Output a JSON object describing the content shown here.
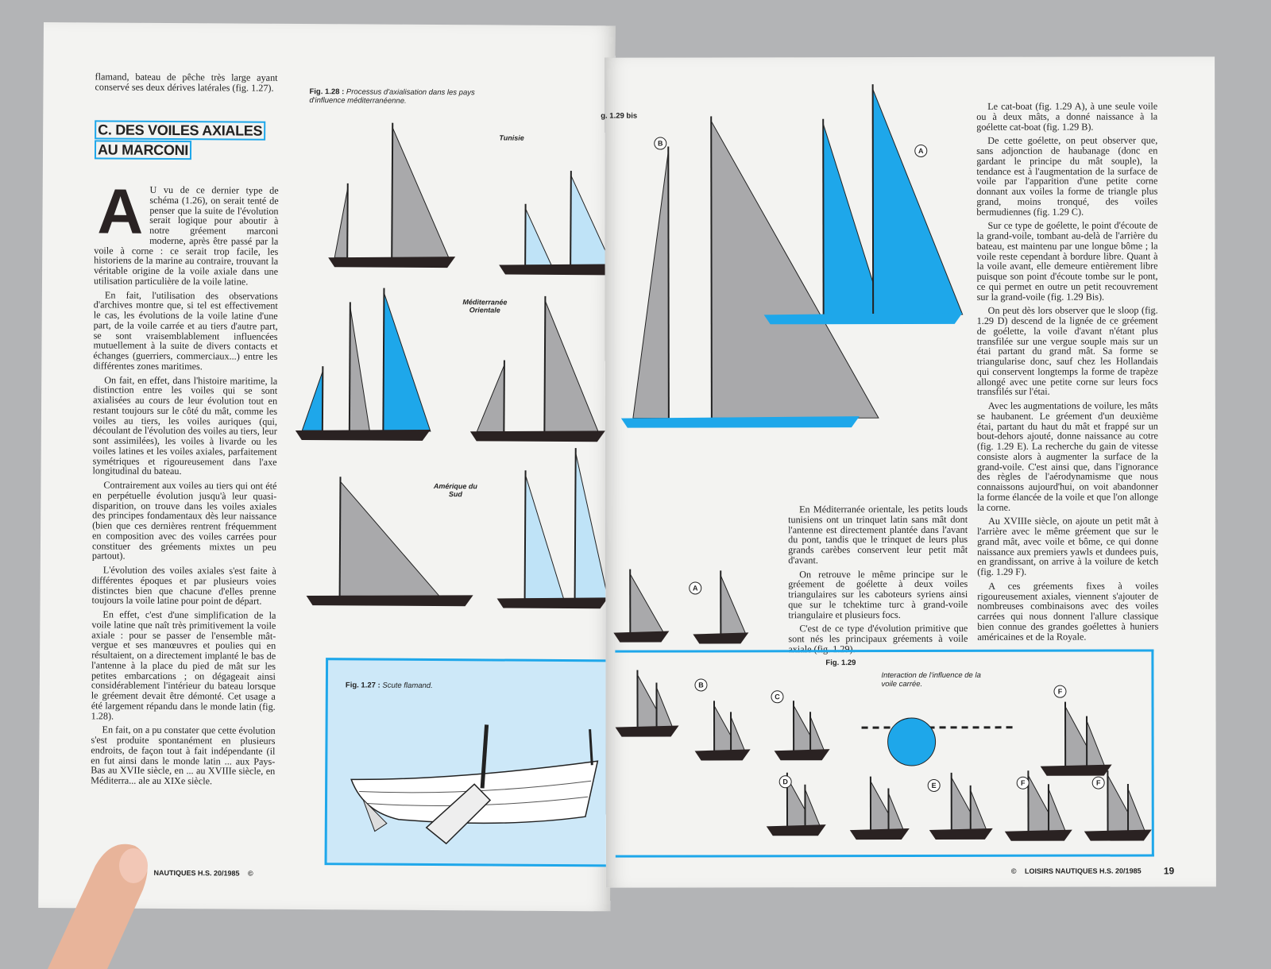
{
  "left_page": {
    "intro_text": "flamand, bateau de pêche très large ayant conservé ses deux dérives latérales (fig. 1.27).",
    "section_heading_line1": "C. DES VOILES AXIALES",
    "section_heading_line2": "AU MARCONI",
    "drop_cap": "A",
    "paragraphs": [
      "U vu de ce dernier type de schéma (1.26), on serait tenté de penser que la suite de l'évolution serait logique pour aboutir à notre gréement marconi moderne, après être passé par la voile à corne : ce serait trop facile, les historiens de la marine au contraire, trouvant la véritable origine de la voile axiale dans une utilisation particulière de la voile latine.",
      "En fait, l'utilisation des observations d'archives montre que, si tel est effectivement le cas, les évolutions de la voile latine d'une part, de la voile carrée et au tiers d'autre part, se sont vraisemblablement influencées mutuellement à la suite de divers contacts et échanges (guerriers, commerciaux...) entre les différentes zones maritimes.",
      "On fait, en effet, dans l'histoire maritime, la distinction entre les voiles qui se sont axialisées au cours de leur évolution tout en restant toujours sur le côté du mât, comme les voiles au tiers, les voiles auriques (qui, découlant de l'évolution des voiles au tiers, leur sont assimilées), les voiles à livarde ou les voiles latines et les voiles axiales, parfaitement symétriques et rigoureusement dans l'axe longitudinal du bateau.",
      "Contrairement aux voiles au tiers qui ont été en perpétuelle évolution jusqu'à leur quasi-disparition, on trouve dans les voiles axiales des principes fondamentaux dès leur naissance (bien que ces dernières rentrent fréquemment en composition avec des voiles carrées pour constituer des gréements mixtes un peu partout).",
      "L'évolution des voiles axiales s'est faite à différentes époques et par plusieurs voies distinctes bien que chacune d'elles prenne toujours la voile latine pour point de départ.",
      "En effet, c'est d'une simplification de la voile latine que naît très primitivement la voile axiale : pour se passer de l'ensemble mât-vergue et ses manœuvres et poulies qui en résultaient, on a directement implanté le bas de l'antenne à la place du pied de mât sur les petites embarcations ; on dégageait ainsi considérablement l'intérieur du bateau lorsque le gréement devait être démonté. Cet usage a été largement répandu dans le monde latin (fig. 1.28).",
      "En fait, on a pu constater que cette évolution s'est produite spontanément en plusieurs endroits, de façon tout à fait indépendante (il en fut ainsi dans le monde latin ... aux Pays-Bas au XVIIe siècle, en ... au XVIIIe siècle, en Méditerra... ale au XIXe siècle."
    ],
    "fig_128_caption_label": "Fig. 1.28 :",
    "fig_128_caption_text": "Processus d'axialisation dans les pays d'influence méditerranéenne.",
    "region_tunisie": "Tunisie",
    "region_mediterranee": "Méditerranée Orientale",
    "region_amerique": "Amérique du Sud",
    "fig_127_caption_label": "Fig. 1.27 :",
    "fig_127_caption_text": "Scute flamand.",
    "footer": "NAUTIQUES H.S. 20/1985",
    "footer_copyright": "©"
  },
  "right_page": {
    "fig_129bis_caption": "g. 1.29 bis",
    "middle_paragraphs": [
      "En Méditerranée orientale, les petits louds tunisiens ont un trinquet latin sans mât dont l'antenne est directement plantée dans l'avant du pont, tandis que le trinquet de leurs plus grands carèbes conservent leur petit mât d'avant.",
      "On retrouve le même principe sur le gréement de goélette à deux voiles triangulaires sur les caboteurs syriens ainsi que sur le tchektime turc à grand-voile triangulaire et plusieurs focs.",
      "C'est de ce type d'évolution primitive que sont nés les principaux gréements à voile axiale (fig. 1.29)."
    ],
    "right_paragraphs": [
      "Le cat-boat (fig. 1.29 A), à une seule voile ou à deux mâts, a donné naissance à la goélette cat-boat (fig. 1.29 B).",
      "De cette goélette, on peut observer que, sans adjonction de haubanage (donc en gardant le principe du mât souple), la tendance est à l'augmentation de la surface de voile par l'apparition d'une petite corne donnant aux voiles la forme de triangle plus grand, moins tronqué, des voiles bermudiennes (fig. 1.29 C).",
      "Sur ce type de goélette, le point d'écoute de la grand-voile, tombant au-delà de l'arrière du bateau, est maintenu par une longue bôme ; la voile reste cependant à bordure libre. Quant à la voile avant, elle demeure entièrement libre puisque son point d'écoute tombe sur le pont, ce qui permet en outre un petit recouvrement sur la grand-voile (fig. 1.29 Bis).",
      "On peut dès lors observer que le sloop (fig. 1.29 D) descend de la lignée de ce gréement de goélette, la voile d'avant n'étant plus transfilée sur une vergue souple mais sur un étai partant du grand mât. Sa forme se triangularise donc, sauf chez les Hollandais qui conservent longtemps la forme de trapèze allongé avec une petite corne sur leurs focs transfilés sur l'étai.",
      "Avec les augmentations de voilure, les mâts se haubanent. Le gréement d'un deuxième étai, partant du haut du mât et frappé sur un bout-dehors ajouté, donne naissance au cotre (fig. 1.29 E). La recherche du gain de vitesse consiste alors à augmenter la surface de la grand-voile. C'est ainsi que, dans l'ignorance des règles de l'aérodynamisme que nous connaissons aujourd'hui, on voit abandonner la forme élancée de la voile et que l'on allonge la corne.",
      "Au XVIIIe siècle, on ajoute un petit mât à l'arrière avec le même gréement que sur le grand mât, avec voile et bôme, ce qui donne naissance aux premiers yawls et dundees puis, en grandissant, on arrive à la voilure de ketch (fig. 1.29 F).",
      "A ces gréements fixes à voiles rigoureusement axiales, viennent s'ajouter de nombreuses combinaisons avec des voiles carrées qui nous donnent l'allure classique bien connue des grandes goélettes à huniers américaines et de la Royale."
    ],
    "fig_129_caption": "Fig. 1.29",
    "interaction_caption": "Interaction de l'influence de la voile carrée.",
    "markers": {
      "a": "A",
      "b": "B",
      "c": "C",
      "d": "D",
      "e": "E",
      "f": "F"
    },
    "footer_copyright": "©",
    "footer": "LOISIRS NAUTIQUES H.S. 20/1985",
    "page_number": "19"
  },
  "colors": {
    "accent_blue": "#1ea7ea",
    "light_blue": "#cde8f8",
    "sail_gray": "#a9a9ab",
    "hull_dark": "#2a2222"
  }
}
